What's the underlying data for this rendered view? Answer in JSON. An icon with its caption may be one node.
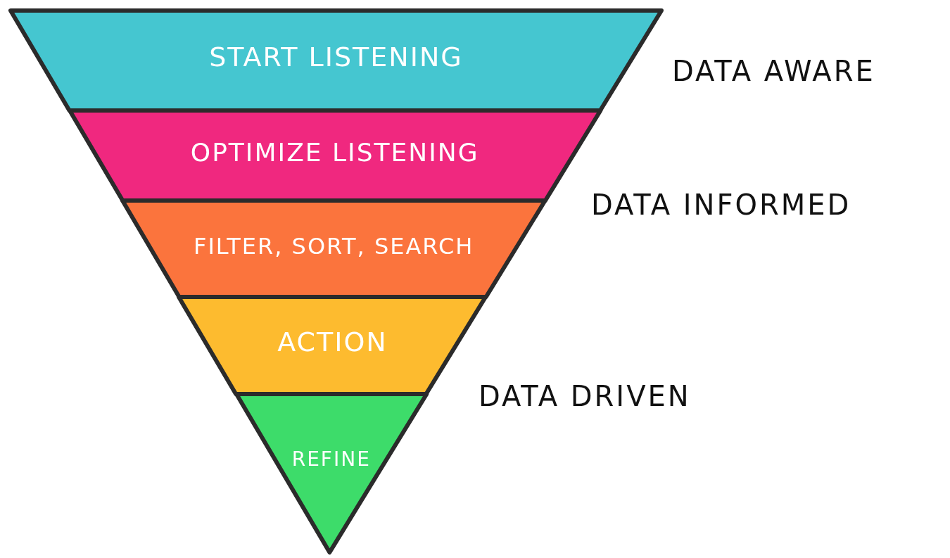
{
  "diagram": {
    "nodes": [
      {
        "text": [
          "START LISTENING"
        ]
      },
      {
        "text": [
          "OPTIMIZE LISTENING"
        ]
      },
      {
        "text": [
          "FILTER, SORT, SEARCH"
        ]
      },
      {
        "text": [
          "ACTION"
        ]
      },
      {
        "text": [
          "REFINE"
        ]
      }
    ],
    "labels": [
      "DATA AWARE",
      "DATA INFORMED",
      "DATA DRIVEN"
    ]
  }
}
